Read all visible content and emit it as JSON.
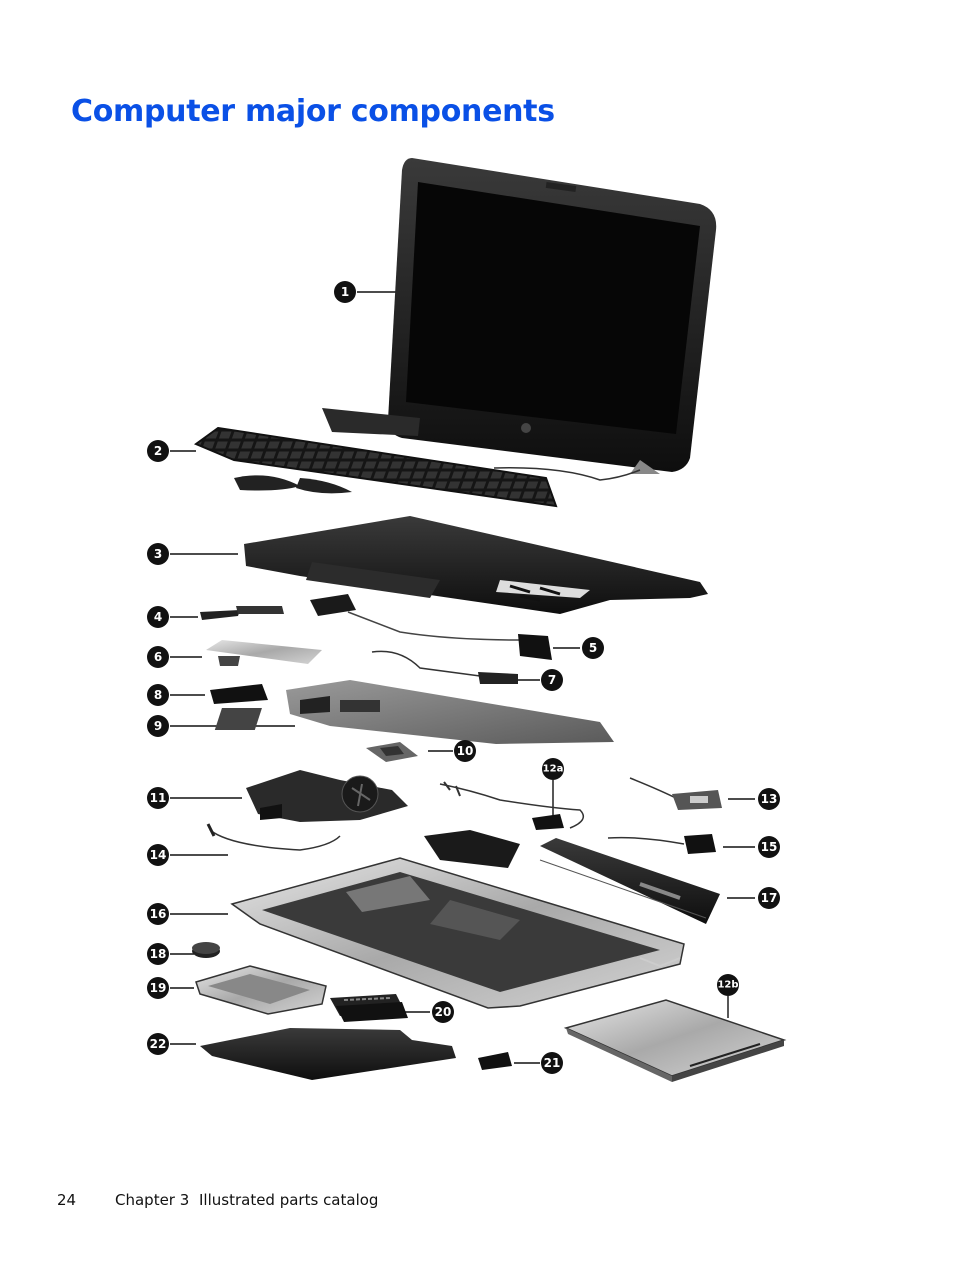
{
  "page": {
    "title": "Computer major components",
    "footer": {
      "page_number": "24",
      "chapter": "Chapter 3",
      "section": "Illustrated parts catalog"
    }
  },
  "callouts": [
    "1",
    "2",
    "3",
    "4",
    "5",
    "6",
    "7",
    "8",
    "9",
    "10",
    "11",
    "12a",
    "13",
    "14",
    "15",
    "16",
    "17",
    "18",
    "19",
    "20",
    "22",
    "21",
    "12b"
  ],
  "colors": {
    "title": "#0a50e6",
    "callout_fill": "#111111",
    "parts": "#1c1c1c"
  }
}
